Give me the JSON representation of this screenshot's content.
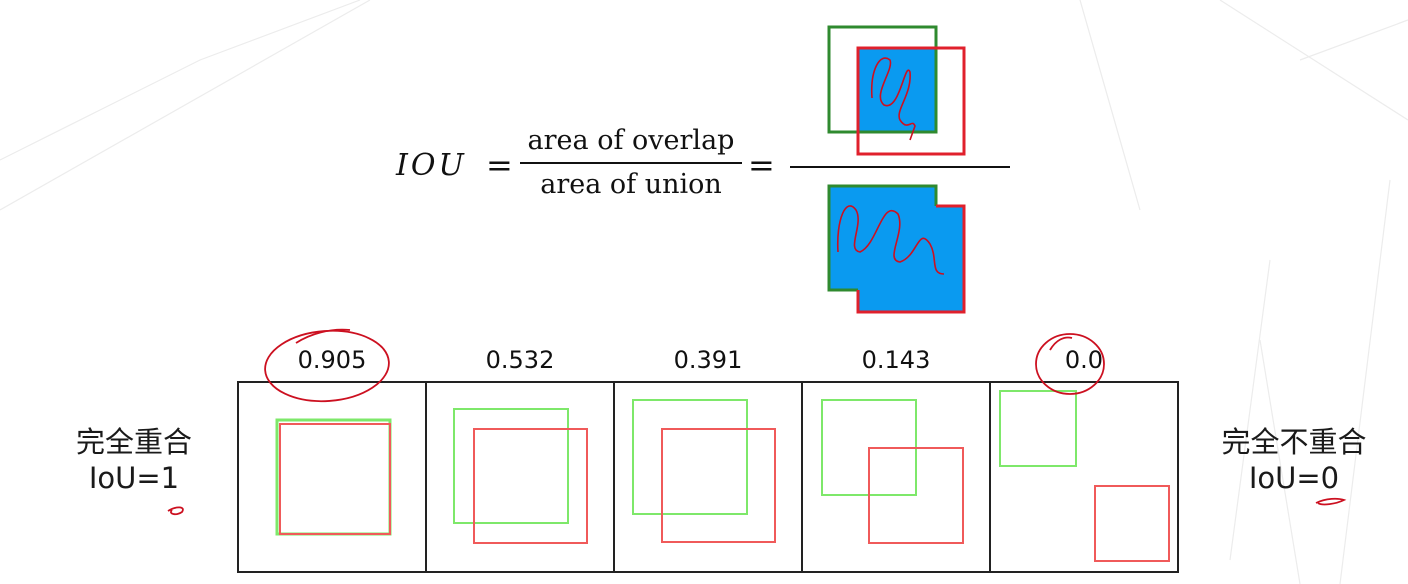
{
  "formula": {
    "lhs": "IOU",
    "equals": "=",
    "numerator": "area of overlap",
    "denominator": "area of union"
  },
  "colors": {
    "ground_truth_box": "#2f8a2f",
    "predicted_box": "#e0202c",
    "area_fill": "#0a9af0",
    "example_green": "#7ee86a",
    "example_red": "#f05a5a",
    "annotation": "#cc1020"
  },
  "examples": [
    {
      "iou": "0.905"
    },
    {
      "iou": "0.532"
    },
    {
      "iou": "0.391"
    },
    {
      "iou": "0.143"
    },
    {
      "iou": "0.0"
    }
  ],
  "left_note": {
    "line1": "完全重合",
    "line2": "IoU=1"
  },
  "right_note": {
    "line1": "完全不重合",
    "line2": "IoU=0"
  }
}
